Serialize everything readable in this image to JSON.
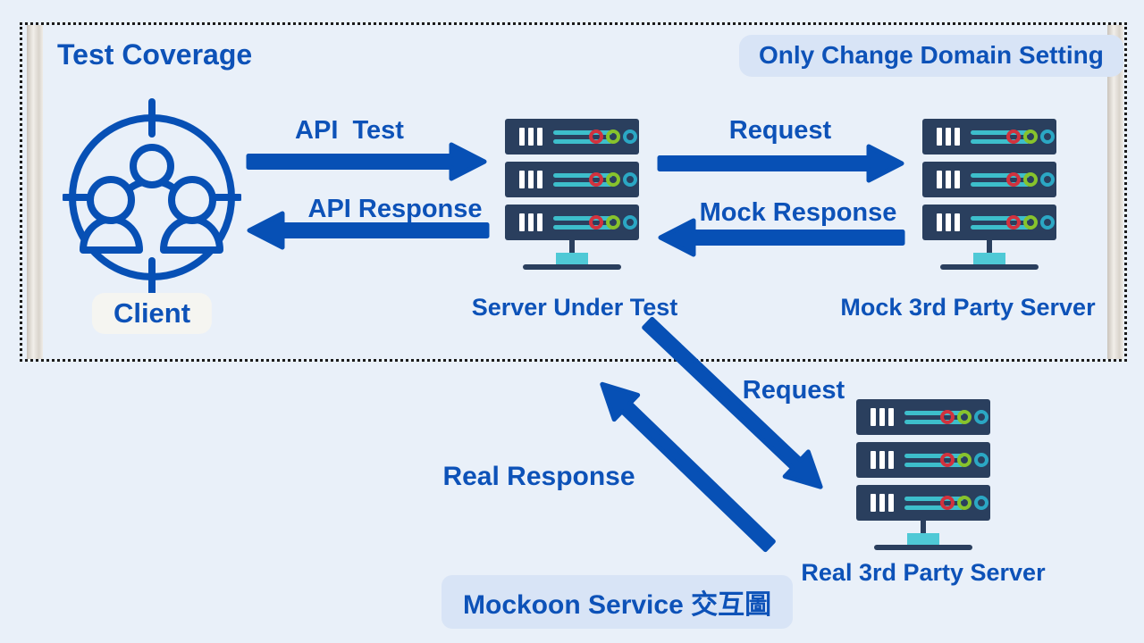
{
  "colors": {
    "background": "#e9f0f9",
    "accent_blue": "#0750b5",
    "text_blue": "#0d52b8",
    "badge_bg": "#d8e4f6",
    "server_navy": "#2a3f5e",
    "server_teal": "#3dbecb",
    "led_red": "#d2323e",
    "led_green": "#87c32c",
    "led_teal": "#2ba7c4",
    "client_label_bg": "#f5f5f1"
  },
  "header": {
    "title": "Test Coverage",
    "badge": "Only Change Domain Setting"
  },
  "nodes": {
    "client": {
      "label": "Client"
    },
    "server_under_test": {
      "label": "Server Under Test"
    },
    "mock_server": {
      "label": "Mock 3rd Party Server"
    },
    "real_server": {
      "label": "Real 3rd Party Server"
    }
  },
  "arrows": [
    {
      "id": "api-test",
      "label": "API  Test",
      "direction": "right",
      "from": "client",
      "to": "server_under_test"
    },
    {
      "id": "api-response",
      "label": "API Response",
      "direction": "left",
      "from": "server_under_test",
      "to": "client"
    },
    {
      "id": "request-to-mock",
      "label": "Request",
      "direction": "right",
      "from": "server_under_test",
      "to": "mock_server"
    },
    {
      "id": "mock-response",
      "label": "Mock Response",
      "direction": "left",
      "from": "mock_server",
      "to": "server_under_test"
    },
    {
      "id": "request-to-real",
      "label": "Request",
      "direction": "down-right",
      "from": "server_under_test",
      "to": "real_server"
    },
    {
      "id": "real-response",
      "label": "Real Response",
      "direction": "up-left",
      "from": "real_server",
      "to": "server_under_test"
    }
  ],
  "footer": {
    "caption": "Mockoon Service 交互圖"
  }
}
